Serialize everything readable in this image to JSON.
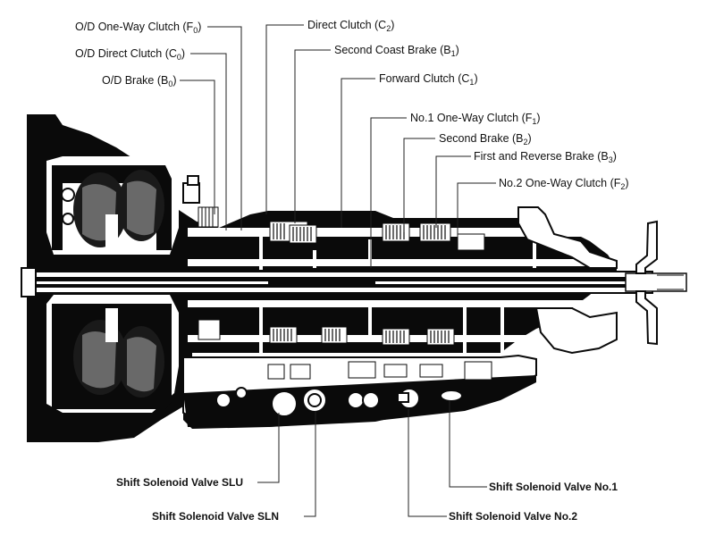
{
  "diagram": {
    "title": "Automatic Transmission Cross-Section",
    "ink_color": "#0a0a0a",
    "paper_color": "#ffffff",
    "labels_top": [
      {
        "id": "od-one-way-clutch",
        "text": "O/D One-Way Clutch (F",
        "sub": "0",
        "close": ")"
      },
      {
        "id": "od-direct-clutch",
        "text": "O/D Direct Clutch (C",
        "sub": "0",
        "close": ")"
      },
      {
        "id": "od-brake",
        "text": "O/D Brake (B",
        "sub": "0",
        "close": ")"
      },
      {
        "id": "direct-clutch",
        "text": "Direct Clutch (C",
        "sub": "2",
        "close": ")"
      },
      {
        "id": "second-coast-brake",
        "text": "Second Coast Brake (B",
        "sub": "1",
        "close": ")"
      },
      {
        "id": "forward-clutch",
        "text": "Forward Clutch (C",
        "sub": "1",
        "close": ")"
      },
      {
        "id": "no1-one-way-clutch",
        "text": "No.1 One-Way Clutch (F",
        "sub": "1",
        "close": ")"
      },
      {
        "id": "second-brake",
        "text": "Second Brake (B",
        "sub": "2",
        "close": ")"
      },
      {
        "id": "first-reverse-brake",
        "text": "First and Reverse Brake (B",
        "sub": "3",
        "close": ")"
      },
      {
        "id": "no2-one-way-clutch",
        "text": "No.2 One-Way Clutch (F",
        "sub": "2",
        "close": ")"
      }
    ],
    "labels_bottom": [
      {
        "id": "solenoid-slu",
        "text": "Shift Solenoid Valve SLU"
      },
      {
        "id": "solenoid-sln",
        "text": "Shift Solenoid Valve SLN"
      },
      {
        "id": "solenoid-no1",
        "text": "Shift Solenoid Valve No.1"
      },
      {
        "id": "solenoid-no2",
        "text": "Shift Solenoid Valve No.2"
      }
    ]
  }
}
